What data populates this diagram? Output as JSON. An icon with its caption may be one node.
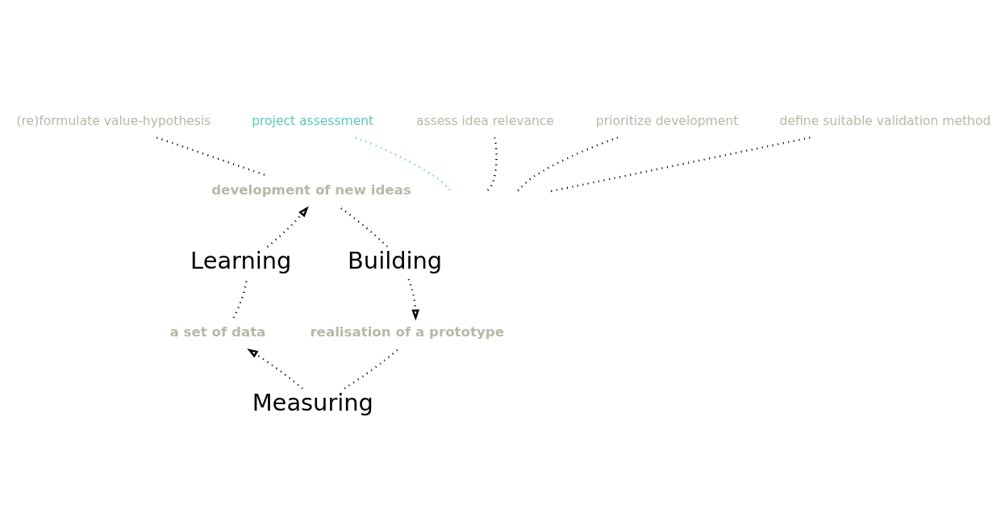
{
  "diagram": {
    "nodes": [
      {
        "text": [
          "Learning"
        ]
      },
      {
        "text": [
          "development of new ideas"
        ]
      },
      {
        "text": [
          "Building"
        ]
      },
      {
        "text": [
          "realisation of a prototype"
        ]
      },
      {
        "text": [
          "Measuring"
        ]
      },
      {
        "text": [
          "a set of data"
        ]
      },
      {
        "text": [
          "(re)formulate value-hypothesis"
        ]
      },
      {
        "text": [
          "project assessment"
        ]
      },
      {
        "text": [
          "assess idea relevance"
        ]
      },
      {
        "text": [
          "prioritize development"
        ]
      },
      {
        "text": [
          "define suitable validation method"
        ]
      }
    ],
    "edges": [
      {
        "from": 0,
        "to": 1,
        "arrow": "to"
      },
      {
        "from": 1,
        "to": 2,
        "arrow": "none"
      },
      {
        "from": 2,
        "to": 3,
        "arrow": "to"
      },
      {
        "from": 3,
        "to": 4,
        "arrow": "none"
      },
      {
        "from": 4,
        "to": 5,
        "arrow": "to"
      },
      {
        "from": 5,
        "to": 0,
        "arrow": "none"
      },
      {
        "from": 6,
        "to": 1,
        "arrow": "none"
      },
      {
        "from": 7,
        "to": null,
        "arrow": "none",
        "color": "#5ec8b8"
      },
      {
        "from": 8,
        "to": null,
        "arrow": "none"
      },
      {
        "from": 9,
        "to": null,
        "arrow": "none"
      },
      {
        "from": 10,
        "to": null,
        "arrow": "none"
      }
    ]
  }
}
